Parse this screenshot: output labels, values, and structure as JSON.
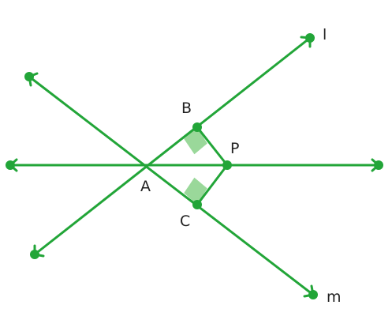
{
  "colors": {
    "line": "#22a538",
    "point": "#22a538",
    "right_angle_mark": "#8fd48f",
    "label": "#222222"
  },
  "labels": {
    "line_l": "l",
    "line_m": "m",
    "point_a": "A",
    "point_b": "B",
    "point_c": "C",
    "point_p": "P"
  }
}
